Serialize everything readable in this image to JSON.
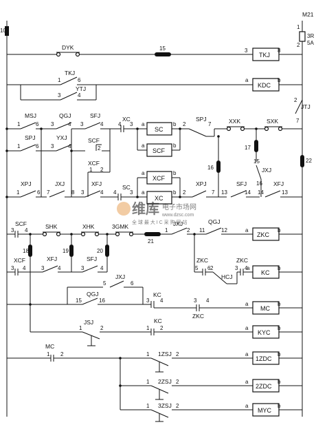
{
  "top": {
    "bus": "M21",
    "fuse_label": "3R",
    "fuse_rating": "5A",
    "left_fuse": "10"
  },
  "coils": [
    "TKJ",
    "KDC",
    "SC",
    "SCF",
    "XCF",
    "XC",
    "ZKC",
    "KC",
    "MC",
    "KYC",
    "1ZDC",
    "2ZDC",
    "MYC"
  ],
  "contacts": {
    "dyk": "DYK",
    "tkj": "TKJ",
    "ytj": "YTJ",
    "jtj": "JTJ",
    "msj": "MSJ",
    "qgj": "QGJ",
    "sfj": "SFJ",
    "xc": "XC",
    "spj": "SPJ",
    "xxk": "XXK",
    "sxk": "SXK",
    "spj2": "SPJ",
    "yxj": "YXJ",
    "scf": "SCF",
    "xcf": "XCF",
    "jxj": "JXJ",
    "xpj": "XPJ",
    "jxj2": "JXJ",
    "xfj": "XFJ",
    "sc": "SC",
    "xpj2": "XPJ",
    "sfj2": "SFJ",
    "xfj2": "XFJ",
    "scf2": "SCF",
    "shk": "SHK",
    "xhk": "XHK",
    "gmk": "3GMK",
    "jxj3": "JXJ",
    "qgj2": "QGJ",
    "xcf2": "XCF",
    "xfj3": "XFJ",
    "sfj3": "SFJ",
    "zkc": "ZKC",
    "hcj": "HCJ",
    "zkc2": "ZKC",
    "jxj4": "JXJ",
    "qgj3": "QGJ",
    "kc": "KC",
    "zkc3": "ZKC",
    "kc2": "KC",
    "jsj": "JSJ",
    "mc": "MC",
    "zsj1": "1ZSJ",
    "zsj2": "2ZSJ",
    "zsj3": "3ZSJ"
  },
  "resistors": [
    "15",
    "17",
    "16",
    "22",
    "18",
    "19",
    "20",
    "21"
  ],
  "watermark": {
    "brand": "维库",
    "site_cn": "电子市场网",
    "url": "www.dzsc.com",
    "slogan": "全 球 最 大 I C 采 购 网 站"
  }
}
